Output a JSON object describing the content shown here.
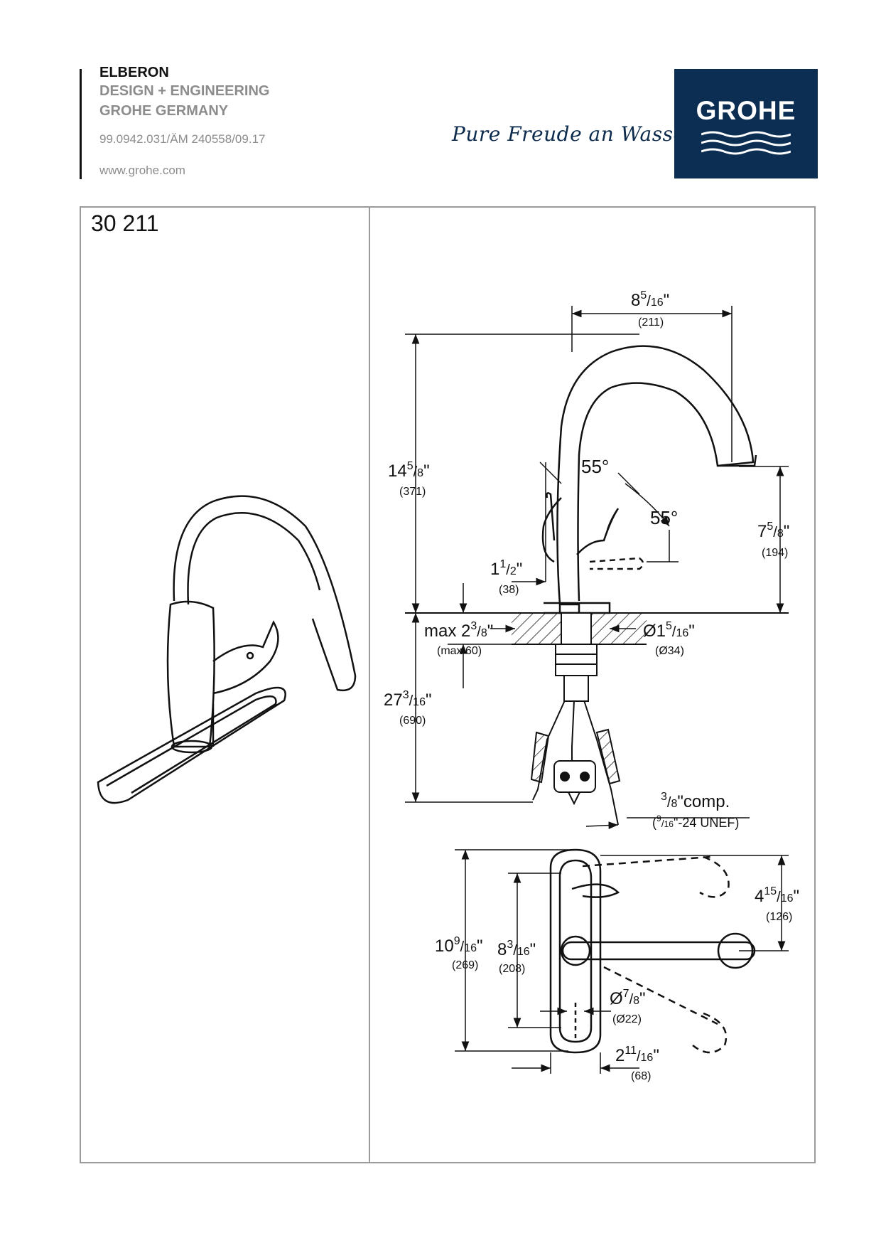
{
  "header": {
    "model_name": "ELBERON",
    "line2": "DESIGN + ENGINEERING",
    "line3": "GROHE GERMANY",
    "doc_code": "99.0942.031/ÄM 240558/09.17",
    "url": "www.grohe.com"
  },
  "slogan": "Pure Freude an Wasser",
  "logo": {
    "word": "GROHE",
    "color": "#0b2e52"
  },
  "product_number": "30 211",
  "dims": {
    "width_top": {
      "main": "8",
      "num": "5",
      "den": "16",
      "unit": "\"",
      "mm": "(211)"
    },
    "height_total": {
      "main": "14",
      "num": "5",
      "den": "8",
      "unit": "\"",
      "mm": "(371)"
    },
    "spout_height": {
      "main": "7",
      "num": "5",
      "den": "8",
      "unit": "\"",
      "mm": "(194)"
    },
    "angle_left": "55°",
    "angle_right": "55°",
    "handle_offset": {
      "main": "1",
      "num": "1",
      "den": "2",
      "unit": "\"",
      "mm": "(38)"
    },
    "deck_thickness": {
      "main": "max 2",
      "num": "3",
      "den": "8",
      "unit": "\"",
      "mm": "(max 60)"
    },
    "hole_diameter": {
      "main": "Ø1",
      "num": "5",
      "den": "16",
      "unit": "\"",
      "mm": "(Ø34)"
    },
    "below_deck": {
      "main": "27",
      "num": "3",
      "den": "16",
      "unit": "\"",
      "mm": "(690)"
    },
    "connection": {
      "num": "3",
      "den": "8",
      "main": "\"comp.",
      "thread_num": "9",
      "thread_den": "16",
      "thread_rest": "\"-24 UNEF)",
      "thread_open": "("
    },
    "plate_length": {
      "main": "10",
      "num": "9",
      "den": "16",
      "unit": "\"",
      "mm": "(269)"
    },
    "plate_inner": {
      "main": "8",
      "num": "3",
      "den": "16",
      "unit": "\"",
      "mm": "(208)"
    },
    "handle_reach": {
      "main": "4",
      "num": "15",
      "den": "16",
      "unit": "\"",
      "mm": "(126)"
    },
    "bolt_diameter": {
      "main": "Ø",
      "num": "7",
      "den": "8",
      "unit": "\"",
      "mm": "(Ø22)"
    },
    "plate_width": {
      "main": "2",
      "num": "11",
      "den": "16",
      "unit": "\"",
      "mm": "(68)"
    }
  },
  "colors": {
    "line": "#111111",
    "frame": "#9a9a9a",
    "muted_text": "#8c8c8c"
  }
}
